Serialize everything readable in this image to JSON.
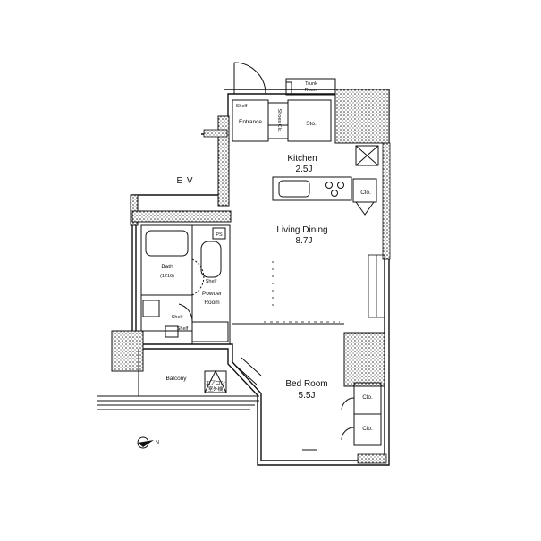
{
  "labels": {
    "trunk_room_line1": "Trunk",
    "trunk_room_line2": "Room",
    "shelf_top": "Shelf",
    "entrance": "Entrance",
    "shoes_cl": "Shoes Clo.",
    "storage": "Sto.",
    "kitchen": "Kitchen",
    "kitchen_size": "2.5J",
    "ev": "E V",
    "clo_kitchen": "Clo.",
    "living_dining": "Living Dining",
    "living_dining_size": "8.7J",
    "ps": "PS",
    "bath": "Bath",
    "bath_size": "(1216)",
    "shelf_toilet": "Shelf",
    "powder_room_line1": "Powder",
    "powder_room_line2": "Room",
    "shelf_powder": "Shelf",
    "shelf_wash": "Shelf",
    "balcony": "Balcony",
    "outdoor_unit_line1": "エアコン",
    "outdoor_unit_line2": "室外機",
    "bedroom": "Bed Room",
    "bedroom_size": "5.5J",
    "clo_bed_1": "Clo.",
    "clo_bed_2": "Clo.",
    "north_mark": "N"
  }
}
